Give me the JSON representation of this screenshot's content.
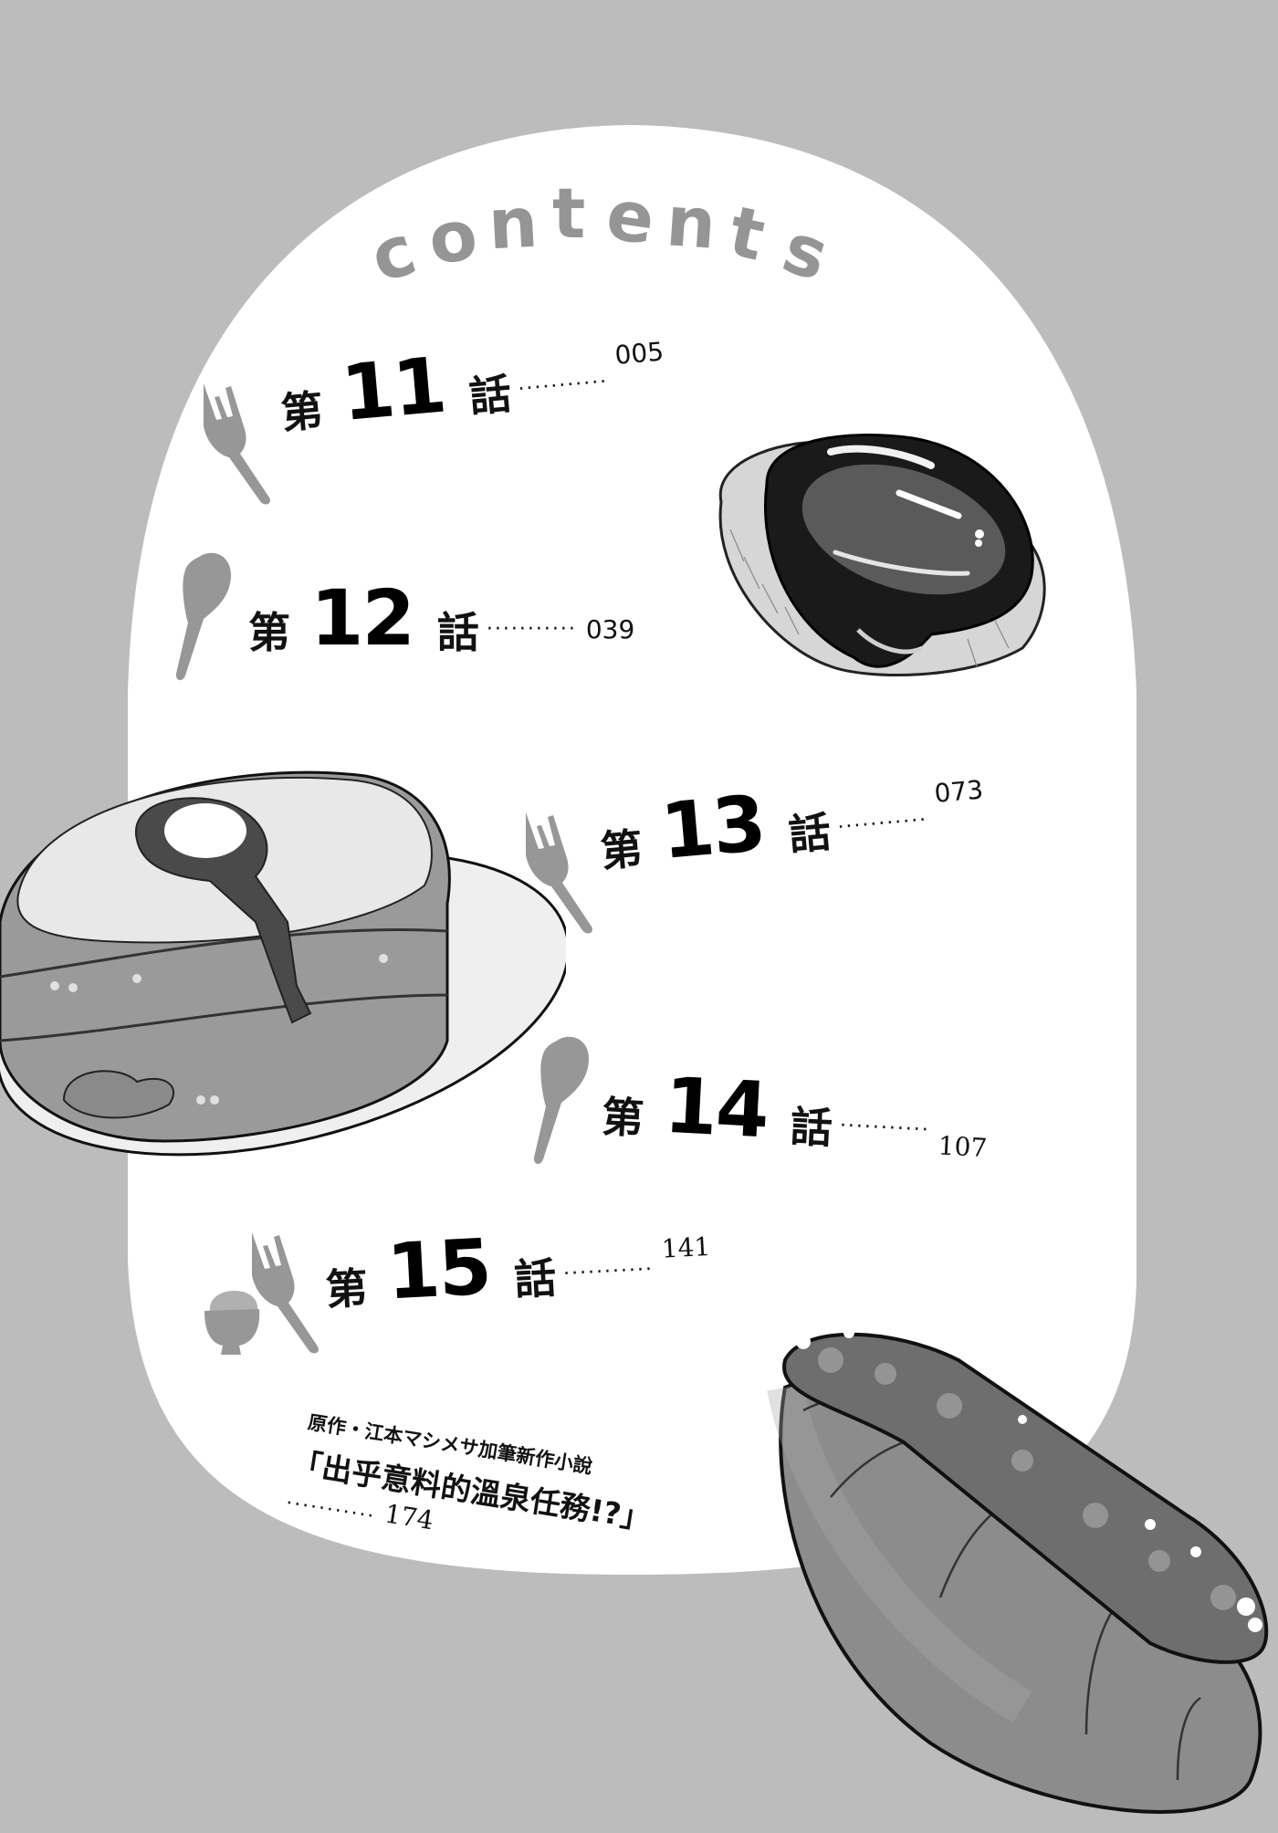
{
  "page": {
    "background_color": "#bcbcbc",
    "panel_color": "#ffffff",
    "title_color": "#959595",
    "icon_color": "#979797"
  },
  "title": {
    "letters": [
      "c",
      "o",
      "n",
      "t",
      "e",
      "n",
      "t",
      "s"
    ]
  },
  "chapters": [
    {
      "prefix": "第",
      "number": "11",
      "suffix": "話",
      "dots": "···········",
      "page": "005",
      "icon": "fork-icon"
    },
    {
      "prefix": "第",
      "number": "12",
      "suffix": "話",
      "dots": "···········",
      "page": "039",
      "icon": "spoon-icon"
    },
    {
      "prefix": "第",
      "number": "13",
      "suffix": "話",
      "dots": "···········",
      "page": "073",
      "icon": "fork-icon"
    },
    {
      "prefix": "第",
      "number": "14",
      "suffix": "話",
      "dots": "···········",
      "page": "107",
      "icon": "spoon-icon"
    },
    {
      "prefix": "第",
      "number": "15",
      "suffix": "話",
      "dots": "···········",
      "page": "141",
      "icon": "fork-icon"
    }
  ],
  "novel": {
    "icon": "rice-bowl-icon",
    "credit": "原作・江本マシメサ加筆新作小說",
    "title": "「出乎意料的溫泉任務!?」",
    "dots": "···········",
    "page": "174"
  },
  "illustrations": [
    {
      "name": "glazed-bun-illustration"
    },
    {
      "name": "pancake-stack-illustration"
    },
    {
      "name": "sausage-bread-illustration"
    }
  ]
}
